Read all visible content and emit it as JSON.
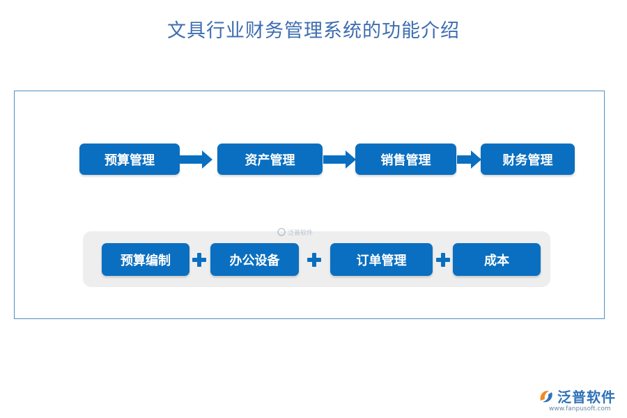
{
  "title": "文具行业财务管理系统的功能介绍",
  "flow_row": {
    "steps": [
      "预算管理",
      "资产管理",
      "销售管理",
      "财务管理"
    ]
  },
  "sum_row": {
    "items": [
      "预算编制",
      "办公设备",
      "订单管理",
      "成本"
    ]
  },
  "watermark": {
    "text": "泛普软件"
  },
  "logo": {
    "text": "泛普软件",
    "url": "www.fanpusoft.com"
  },
  "colors": {
    "title": "#3d6db0",
    "box": "#0a6fc0",
    "frame": "#4a8fc4",
    "panel": "#eeeeee",
    "logo_orange": "#f08a24",
    "logo_blue": "#2e72b8"
  }
}
